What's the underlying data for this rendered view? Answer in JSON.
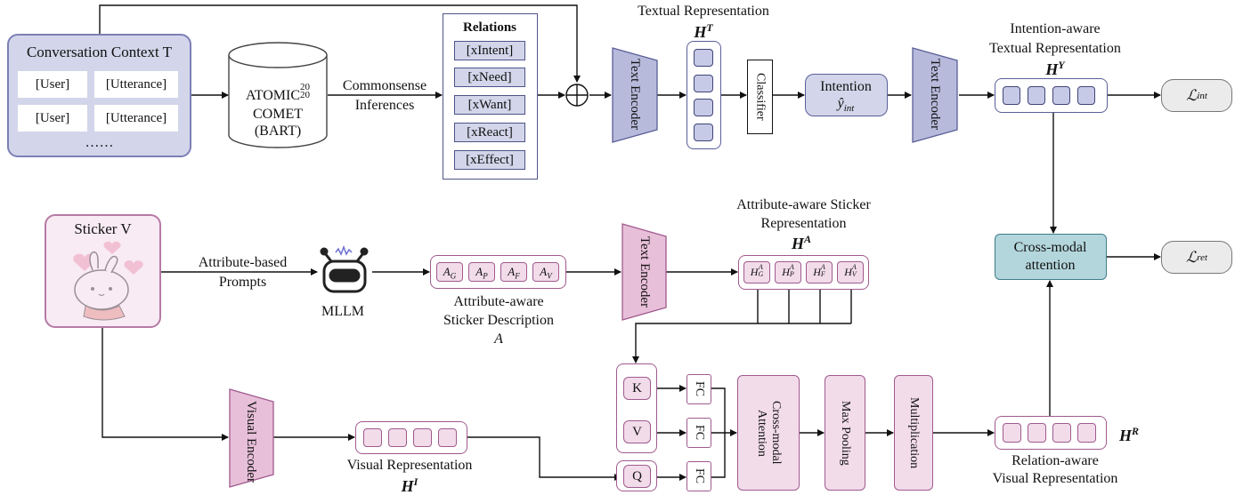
{
  "conversation": {
    "title": "Conversation Context T",
    "rows": [
      {
        "user": "[User]",
        "utterance": "[Utterance]"
      },
      {
        "user": "[User]",
        "utterance": "[Utterance]"
      }
    ],
    "ellipsis": "……"
  },
  "comet": {
    "line1": "ATOMIC",
    "sup": "20",
    "sub": "20",
    "line2": "COMET",
    "line3": "(BART)"
  },
  "commonsense": {
    "line1": "Commonsense",
    "line2": "Inferences"
  },
  "relations": {
    "title": "Relations",
    "items": [
      "[xIntent]",
      "[xNeed]",
      "[xWant]",
      "[xReact]",
      "[xEffect]"
    ]
  },
  "text_encoder_label": "Text Encoder",
  "textual_rep": {
    "label": "Textual Representation",
    "symbol": "H",
    "sup": "T"
  },
  "classifier": "Classifier",
  "intention": {
    "label": "Intention",
    "symbol": "ŷ",
    "sub": "int"
  },
  "intention_aware": {
    "line1": "Intention-aware",
    "line2": "Textual Representation",
    "symbol": "H",
    "sup": "Y"
  },
  "loss_int": {
    "symbol": "ℒ",
    "sub": "int"
  },
  "loss_ret": {
    "symbol": "ℒ",
    "sub": "ret"
  },
  "cross_modal_attention": {
    "line1": "Cross-modal",
    "line2": "attention"
  },
  "sticker": {
    "title": "Sticker V"
  },
  "prompts": {
    "line1": "Attribute-based",
    "line2": "Prompts"
  },
  "mllm": "MLLM",
  "attr_desc": {
    "tokens": [
      {
        "base": "A",
        "sub": "G"
      },
      {
        "base": "A",
        "sub": "P"
      },
      {
        "base": "A",
        "sub": "F"
      },
      {
        "base": "A",
        "sub": "V"
      }
    ],
    "line1": "Attribute-aware",
    "line2": "Sticker Description",
    "symbol": "A"
  },
  "attr_rep": {
    "line1": "Attribute-aware Sticker",
    "line2": "Representation",
    "symbol": "H",
    "sup": "A",
    "tokens": [
      {
        "base": "H",
        "sup": "A",
        "sub": "G"
      },
      {
        "base": "H",
        "sup": "A",
        "sub": "P"
      },
      {
        "base": "H",
        "sup": "A",
        "sub": "F"
      },
      {
        "base": "H",
        "sup": "A",
        "sub": "V"
      }
    ]
  },
  "visual_encoder_label": "Visual Encoder",
  "visual_rep": {
    "label": "Visual Representation",
    "symbol": "H",
    "sup": "I"
  },
  "kvq": [
    "K",
    "V",
    "Q"
  ],
  "fc": "FC",
  "cross_modal_block": "Cross-modal Attention",
  "max_pooling": "Max Pooling",
  "multiplication": "Multiplication",
  "relation_rep": {
    "line1": "Relation-aware",
    "line2": "Visual Representation",
    "symbol": "H",
    "sup": "R"
  }
}
